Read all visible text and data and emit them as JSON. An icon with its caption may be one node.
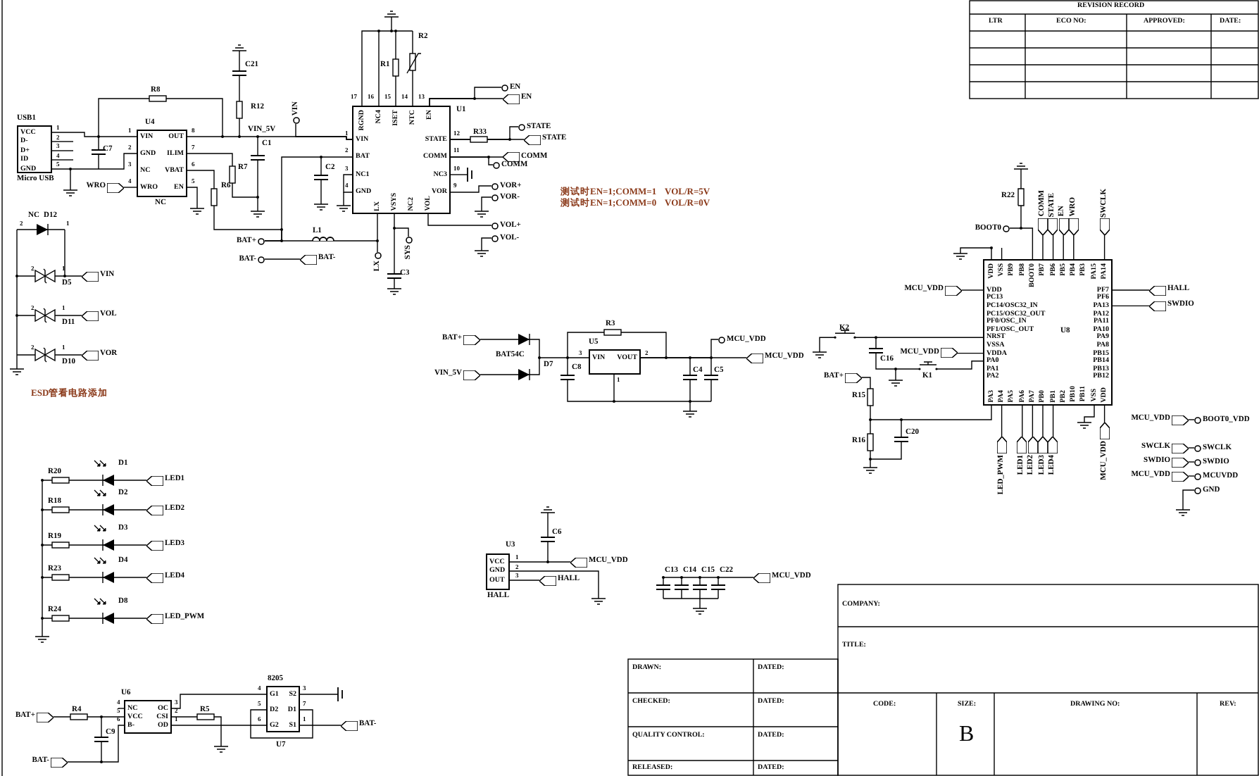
{
  "diagram": {
    "nodes": [
      {
        "text": [
          "VCC",
          "D-",
          "D+",
          "ID",
          "GND"
        ],
        "beside": [
          "USB1",
          "Micro USB"
        ]
      },
      {
        "text": [
          "VIN",
          "GND",
          "NC",
          "WRO",
          "OUT",
          "ILIM",
          "VBAT",
          "EN"
        ],
        "beside": [
          "U4",
          "NC"
        ]
      },
      {
        "text": [
          "WRO"
        ]
      },
      {
        "text": [
          "VIN"
        ]
      },
      {
        "text": [
          "RGND",
          "NC4",
          "ISET",
          "NTC",
          "EN",
          "VIN",
          "BAT",
          "NC1",
          "GND",
          "STATE",
          "COMM",
          "NC3",
          "VOR",
          "LX",
          "VSYS",
          "NC2",
          "VOL"
        ],
        "beside": [
          "U1"
        ]
      },
      {
        "text": [
          "EN"
        ]
      },
      {
        "text": [
          "EN"
        ]
      },
      {
        "text": [
          "STATE"
        ]
      },
      {
        "text": [
          "STATE"
        ]
      },
      {
        "text": [
          "COMM"
        ]
      },
      {
        "text": [
          "COMM"
        ]
      },
      {
        "text": [
          "VOR+"
        ]
      },
      {
        "text": [
          "VOR-"
        ]
      },
      {
        "text": [
          "VOL+"
        ]
      },
      {
        "text": [
          "VOL-"
        ]
      },
      {
        "text": [
          "BAT+"
        ]
      },
      {
        "text": [
          "BAT-"
        ]
      },
      {
        "text": [
          "BAT-"
        ]
      },
      {
        "text": [
          "LX"
        ]
      },
      {
        "text": [
          "SYS"
        ]
      },
      {
        "text": [
          "VIN"
        ]
      },
      {
        "text": [
          "VOL"
        ]
      },
      {
        "text": [
          "VOR"
        ]
      },
      {
        "text": [
          "BAT+"
        ]
      },
      {
        "text": [
          "VIN_5V"
        ]
      },
      {
        "text": [
          "VIN",
          "VOUT"
        ],
        "beside": [
          "U5"
        ]
      },
      {
        "text": [
          "MCU_VDD"
        ]
      },
      {
        "text": [
          "MCU_VDD"
        ]
      },
      {
        "text": [
          "VDD",
          "VSS",
          "PB9",
          "PB8",
          "BOOT0",
          "PB7",
          "PB6",
          "PB5",
          "PB4",
          "PB3",
          "PA15",
          "PA14",
          "VDD",
          "PC13",
          "PC14/OSC32_IN",
          "PC15/OSC32_OUT",
          "PF0/OSC_IN",
          "PF1/OSC_OUT",
          "NRST",
          "VSSA",
          "VDDA",
          "PA0",
          "PA1",
          "PA2",
          "PF7",
          "PF6",
          "PA13",
          "PA12",
          "PA11",
          "PA10",
          "PA9",
          "PA8",
          "PB15",
          "PB14",
          "PB13",
          "PB12",
          "PA3",
          "PA4",
          "PA5",
          "PA6",
          "PA7",
          "PB0",
          "PB1",
          "PB2",
          "PB10",
          "PB11",
          "VSS",
          "VDD",
          "U8"
        ]
      },
      {
        "text": [
          "MCU_VDD"
        ]
      },
      {
        "text": [
          "COMM"
        ]
      },
      {
        "text": [
          "STATE"
        ]
      },
      {
        "text": [
          "EN"
        ]
      },
      {
        "text": [
          "WRO"
        ]
      },
      {
        "text": [
          "SWCLK"
        ]
      },
      {
        "text": [
          "BOOT0"
        ]
      },
      {
        "text": [
          "HALL"
        ]
      },
      {
        "text": [
          "SWDIO"
        ]
      },
      {
        "text": [
          "MCU_VDD"
        ]
      },
      {
        "text": [
          "BAT+"
        ]
      },
      {
        "text": [
          "LED_PWM"
        ]
      },
      {
        "text": [
          "LED1"
        ]
      },
      {
        "text": [
          "LED2"
        ]
      },
      {
        "text": [
          "LED3"
        ]
      },
      {
        "text": [
          "LED4"
        ]
      },
      {
        "text": [
          "MCU_VDD"
        ]
      },
      {
        "text": [
          "MCU_VDD"
        ]
      },
      {
        "text": [
          "BOOT0_VDD"
        ]
      },
      {
        "text": [
          "SWCLK"
        ]
      },
      {
        "text": [
          "SWCLK"
        ]
      },
      {
        "text": [
          "SWDIO"
        ]
      },
      {
        "text": [
          "SWDIO"
        ]
      },
      {
        "text": [
          "MCU_VDD"
        ]
      },
      {
        "text": [
          "MCUVDD"
        ]
      },
      {
        "text": [
          "GND"
        ]
      },
      {
        "text": [
          "LED1"
        ]
      },
      {
        "text": [
          "LED2"
        ]
      },
      {
        "text": [
          "LED3"
        ]
      },
      {
        "text": [
          "LED4"
        ]
      },
      {
        "text": [
          "LED_PWM"
        ]
      },
      {
        "text": [
          "VCC",
          "GND",
          "OUT"
        ],
        "beside": [
          "U3",
          "HALL"
        ]
      },
      {
        "text": [
          "MCU_VDD"
        ]
      },
      {
        "text": [
          "HALL"
        ]
      },
      {
        "text": [
          "MCU_VDD"
        ]
      },
      {
        "text": [
          "BAT+"
        ]
      },
      {
        "text": [
          "BAT-"
        ]
      },
      {
        "text": [
          "NC",
          "VCC",
          "B-",
          "OC",
          "CSI",
          "OD"
        ],
        "beside": [
          "U6"
        ]
      },
      {
        "text": [
          "G1",
          "S2",
          "D2",
          "D1",
          "G2",
          "S1"
        ],
        "beside": [
          "U7"
        ]
      },
      {
        "text": [
          "BAT-"
        ]
      }
    ],
    "edges": [
      {
        "from": 0,
        "to": 1,
        "arrow": "none"
      },
      {
        "from": 2,
        "to": 1,
        "arrow": "none"
      },
      {
        "from": 1,
        "to": 4,
        "arrow": "none"
      },
      {
        "from": 3,
        "to": 4,
        "arrow": "none"
      },
      {
        "from": 4,
        "to": 5,
        "arrow": "none"
      },
      {
        "from": 4,
        "to": 6,
        "arrow": "none"
      },
      {
        "from": 4,
        "to": 8,
        "arrow": "none"
      },
      {
        "from": 4,
        "to": 7,
        "arrow": "none"
      },
      {
        "from": 4,
        "to": 9,
        "arrow": "none"
      },
      {
        "from": 4,
        "to": 10,
        "arrow": "none"
      },
      {
        "from": 4,
        "to": 11,
        "arrow": "none"
      },
      {
        "from": 4,
        "to": 13,
        "arrow": "none"
      },
      {
        "from": 15,
        "to": 4,
        "arrow": "none"
      },
      {
        "from": 4,
        "to": 18,
        "arrow": "none"
      },
      {
        "from": 16,
        "to": 17,
        "arrow": "none"
      },
      {
        "from": 25,
        "to": 27,
        "arrow": "none"
      },
      {
        "from": 25,
        "to": 26,
        "arrow": "none"
      },
      {
        "from": 29,
        "to": 28,
        "arrow": "none"
      },
      {
        "from": 30,
        "to": 28,
        "arrow": "none"
      },
      {
        "from": 31,
        "to": 28,
        "arrow": "none"
      },
      {
        "from": 32,
        "to": 28,
        "arrow": "none"
      },
      {
        "from": 33,
        "to": 28,
        "arrow": "none"
      },
      {
        "from": 34,
        "to": 28,
        "arrow": "none"
      },
      {
        "from": 35,
        "to": 28,
        "arrow": "none"
      },
      {
        "from": 28,
        "to": 36,
        "arrow": "none"
      },
      {
        "from": 28,
        "to": 37,
        "arrow": "none"
      },
      {
        "from": 38,
        "to": 28,
        "arrow": "none"
      },
      {
        "from": 28,
        "to": 40,
        "arrow": "none"
      },
      {
        "from": 28,
        "to": 41,
        "arrow": "none"
      },
      {
        "from": 28,
        "to": 42,
        "arrow": "none"
      },
      {
        "from": 28,
        "to": 43,
        "arrow": "none"
      },
      {
        "from": 28,
        "to": 44,
        "arrow": "none"
      },
      {
        "from": 28,
        "to": 45,
        "arrow": "none"
      },
      {
        "from": 46,
        "to": 47,
        "arrow": "none"
      },
      {
        "from": 48,
        "to": 49,
        "arrow": "none"
      },
      {
        "from": 50,
        "to": 51,
        "arrow": "none"
      },
      {
        "from": 52,
        "to": 53,
        "arrow": "none"
      },
      {
        "from": 60,
        "to": 61,
        "arrow": "none"
      },
      {
        "from": 60,
        "to": 62,
        "arrow": "none"
      },
      {
        "from": 64,
        "to": 66,
        "arrow": "none"
      },
      {
        "from": 65,
        "to": 66,
        "arrow": "none"
      },
      {
        "from": 66,
        "to": 67,
        "arrow": "none"
      },
      {
        "from": 66,
        "to": 67,
        "arrow": "none"
      },
      {
        "from": 67,
        "to": 68,
        "arrow": "none"
      },
      {
        "from": 4,
        "to": 19,
        "arrow": "none"
      },
      {
        "from": 1,
        "to": 15,
        "arrow": "none"
      },
      {
        "from": 39,
        "to": 28,
        "arrow": "none"
      }
    ],
    "labels": [
      "1",
      "2",
      "3",
      "4",
      "5",
      "R8",
      "C7",
      "1",
      "2",
      "3",
      "4",
      "8",
      "7",
      "6",
      "5",
      "C21",
      "R12",
      "VIN_5V",
      "C1",
      "R7",
      "R6",
      "17",
      "16",
      "15",
      "14",
      "13",
      "1",
      "2",
      "3",
      "4",
      "12",
      "11",
      "10",
      "9",
      "R1",
      "R2",
      "R33",
      "C2",
      "L1",
      "C3",
      "NC",
      "D12",
      "2",
      "1",
      "2",
      "1",
      "D5",
      "2",
      "1",
      "D11",
      "2",
      "1",
      "D10",
      "ESD管看电路添加",
      "测试时EN=1;COMM=1",
      "VOL/R=5V",
      "测试时EN=1;COMM=0",
      "VOL/R=0V",
      "BAT54C",
      "D7",
      "C8",
      "R3",
      "3",
      "2",
      "1",
      "C4",
      "C5",
      "R22",
      "K2",
      "C16",
      "K1",
      "R15",
      "R16",
      "C20",
      "R20",
      "D1",
      "R18",
      "D2",
      "R19",
      "D3",
      "R23",
      "D4",
      "R24",
      "D8",
      "C6",
      "1",
      "2",
      "3",
      "C13",
      "C14",
      "C15",
      "C22",
      "R4",
      "C9",
      "4",
      "5",
      "6",
      "3",
      "2",
      "1",
      "R5",
      "4",
      "5",
      "6",
      "3",
      "7",
      "1",
      "8205",
      "REVISION RECORD",
      "LTR",
      "ECO NO:",
      "APPROVED:",
      "DATE:",
      "COMPANY:",
      "TITLE:",
      "DRAWN:",
      "DATED:",
      "CHECKED:",
      "DATED:",
      "QUALITY CONTROL:",
      "DATED:",
      "RELEASED:",
      "DATED:",
      "CODE:",
      "SIZE:",
      "B",
      "DRAWING NO:",
      "REV:"
    ]
  }
}
